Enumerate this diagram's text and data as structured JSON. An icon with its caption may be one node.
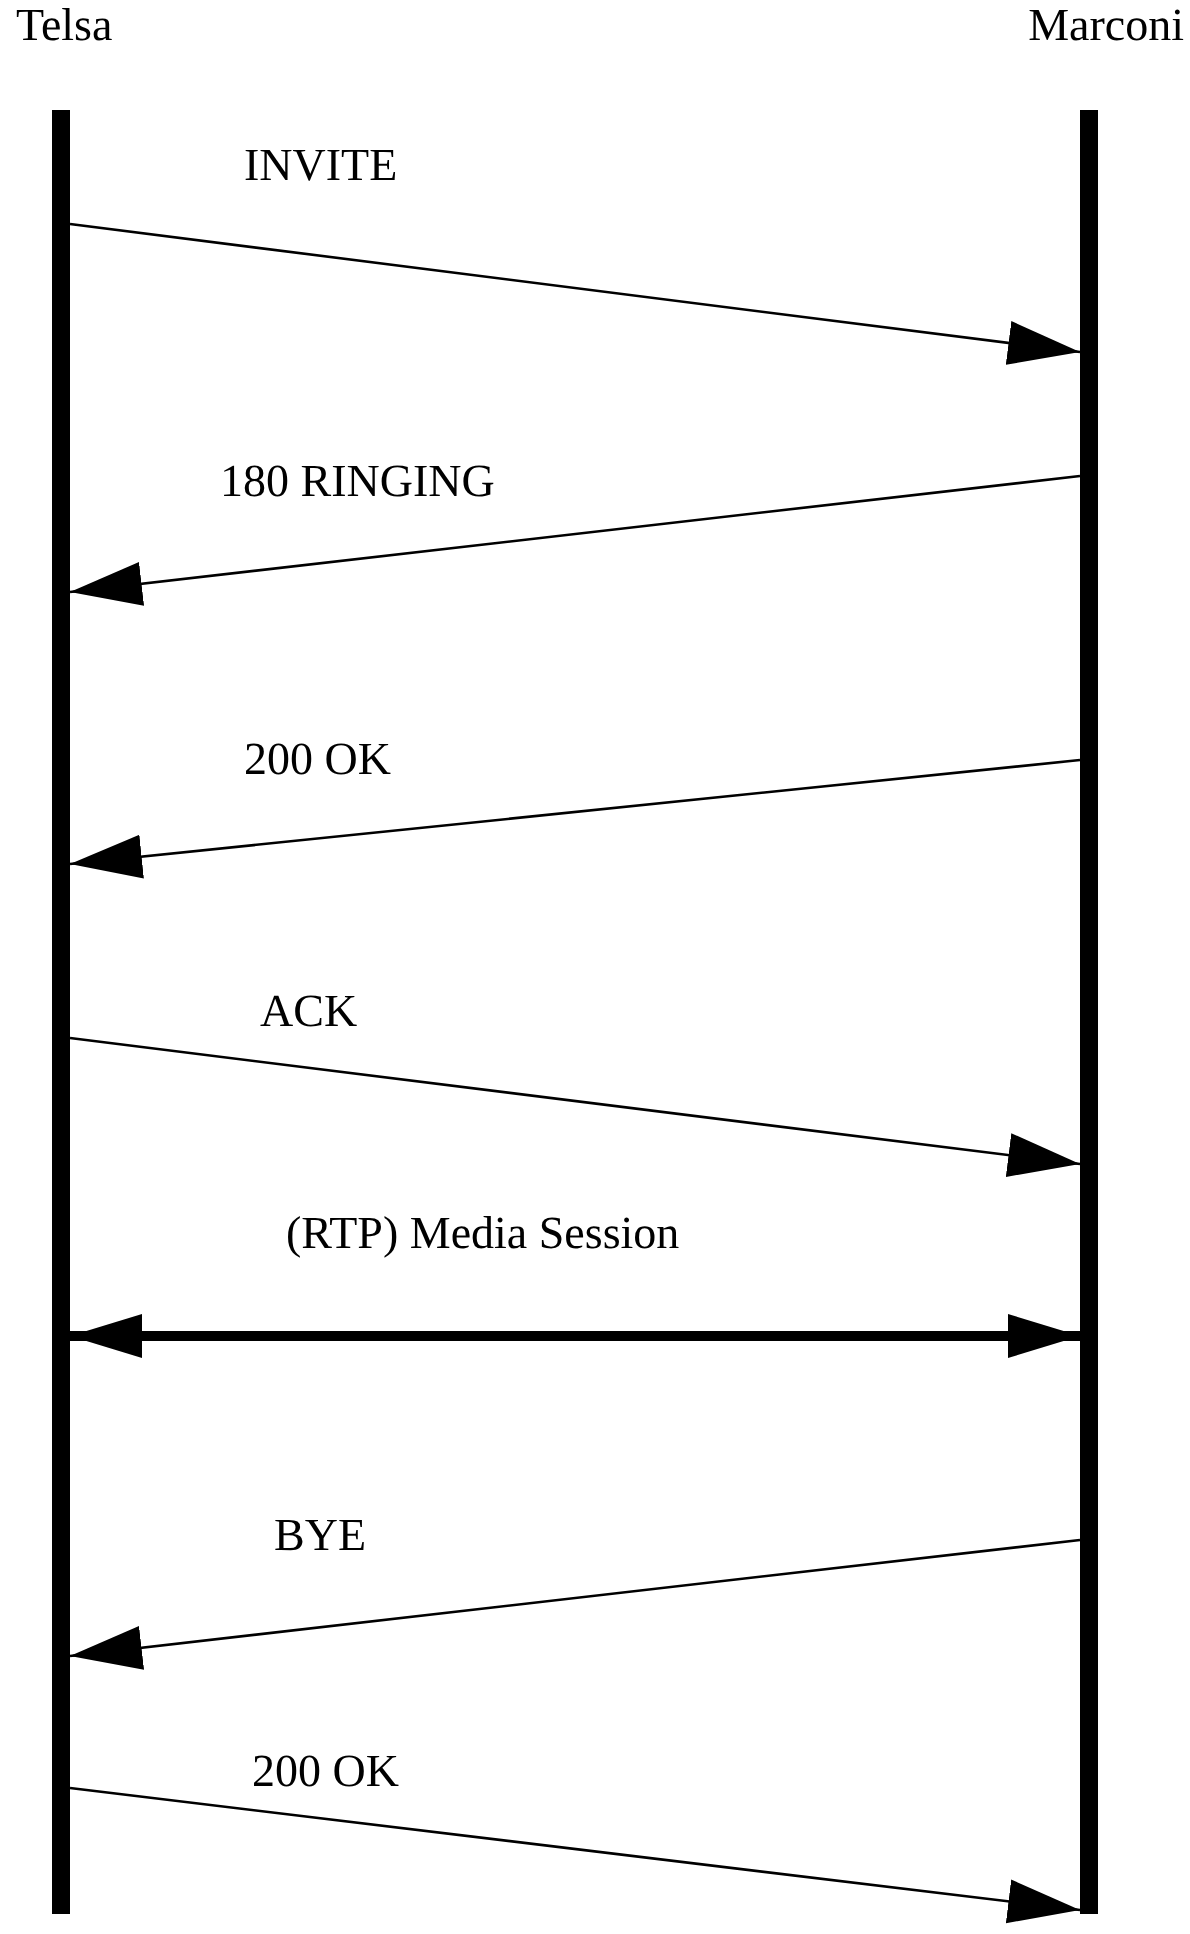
{
  "diagram": {
    "nodes": [
      {
        "text": [
          "Telsa"
        ]
      },
      {
        "text": [
          "Marconi"
        ]
      }
    ],
    "edges": [
      {
        "from": 0,
        "to": 1,
        "arrow": "to",
        "label": "INVITE"
      },
      {
        "from": 1,
        "to": 0,
        "arrow": "to",
        "label": "180 RINGING"
      },
      {
        "from": 1,
        "to": 0,
        "arrow": "to",
        "label": "200 OK"
      },
      {
        "from": 0,
        "to": 1,
        "arrow": "to",
        "label": "ACK"
      },
      {
        "from": 0,
        "to": 1,
        "arrow": "both",
        "label": "(RTP) Media Session",
        "style": "thick"
      },
      {
        "from": 1,
        "to": 0,
        "arrow": "to",
        "label": "BYE"
      },
      {
        "from": 0,
        "to": 1,
        "arrow": "to",
        "label": "200 OK"
      }
    ]
  }
}
